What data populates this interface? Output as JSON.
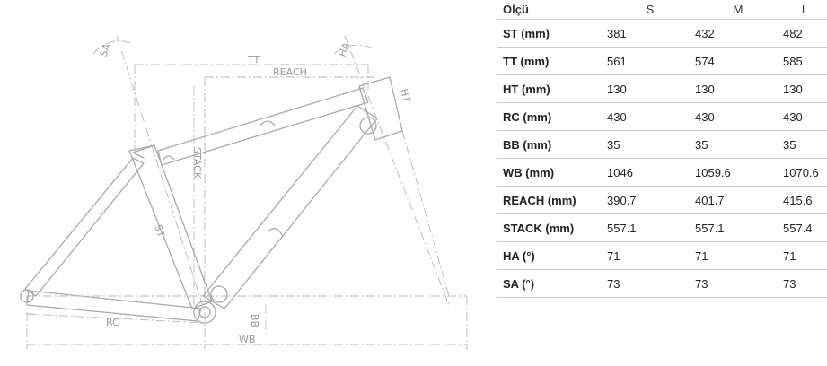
{
  "diagram": {
    "labels": {
      "sa": "SA",
      "ha": "HA",
      "tt": "TT",
      "reach": "REACH",
      "ht": "HT",
      "stack": "STACK",
      "st": "ST",
      "rc": "RC",
      "bb": "BB",
      "wb": "WB"
    }
  },
  "table": {
    "header_label": "Ölçü",
    "sizes": [
      "S",
      "M",
      "L"
    ],
    "rows": [
      {
        "label": "ST (mm)",
        "values": [
          "381",
          "432",
          "482"
        ]
      },
      {
        "label": "TT (mm)",
        "values": [
          "561",
          "574",
          "585"
        ]
      },
      {
        "label": "HT (mm)",
        "values": [
          "130",
          "130",
          "130"
        ]
      },
      {
        "label": "RC (mm)",
        "values": [
          "430",
          "430",
          "430"
        ]
      },
      {
        "label": "BB (mm)",
        "values": [
          "35",
          "35",
          "35"
        ]
      },
      {
        "label": "WB (mm)",
        "values": [
          "1046",
          "1059.6",
          "1070.6"
        ]
      },
      {
        "label": "REACH (mm)",
        "values": [
          "390.7",
          "401.7",
          "415.6"
        ]
      },
      {
        "label": "STACK (mm)",
        "values": [
          "557.1",
          "557.1",
          "557.4"
        ]
      },
      {
        "label": "HA (°)",
        "values": [
          "71",
          "71",
          "71"
        ]
      },
      {
        "label": "SA (°)",
        "values": [
          "73",
          "73",
          "73"
        ]
      }
    ]
  }
}
